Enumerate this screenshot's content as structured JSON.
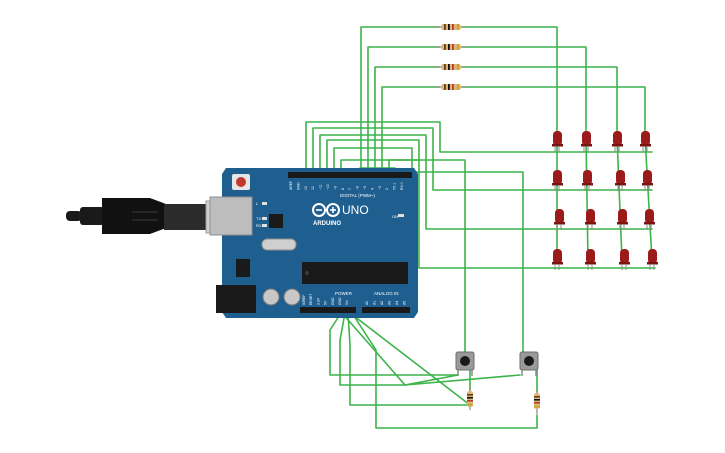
{
  "board": {
    "brand": "ARDUINO",
    "model": "UNO",
    "on_label": "ON",
    "tx_label": "TX",
    "rx_label": "RX",
    "l_label": "L",
    "digital_header": "DIGITAL (PWM~)",
    "power_header": "POWER",
    "analog_header": "ANALOG IN",
    "digital_pins": [
      "AREF",
      "GND",
      "13",
      "12",
      "~11",
      "~10",
      "~9",
      "8",
      "7",
      "~6",
      "~5",
      "4",
      "~3",
      "2",
      "TX 1",
      "RX 0"
    ],
    "power_pins": [
      "IOREF",
      "RESET",
      "3.3V",
      "5V",
      "GND",
      "GND",
      "Vin"
    ],
    "analog_pins": [
      "A0",
      "A1",
      "A2",
      "A3",
      "A4",
      "A5"
    ]
  },
  "components": {
    "usb_cable": "usb-cable",
    "led_matrix": {
      "rows": 4,
      "cols": 4,
      "color": "#9b1b1b"
    },
    "row_resistors": 4,
    "pushbuttons": 2,
    "pulldown_resistors": 2
  },
  "colors": {
    "wire": "#3cb44a",
    "board": "#1f5f8f",
    "led": "#9b1b1b"
  }
}
